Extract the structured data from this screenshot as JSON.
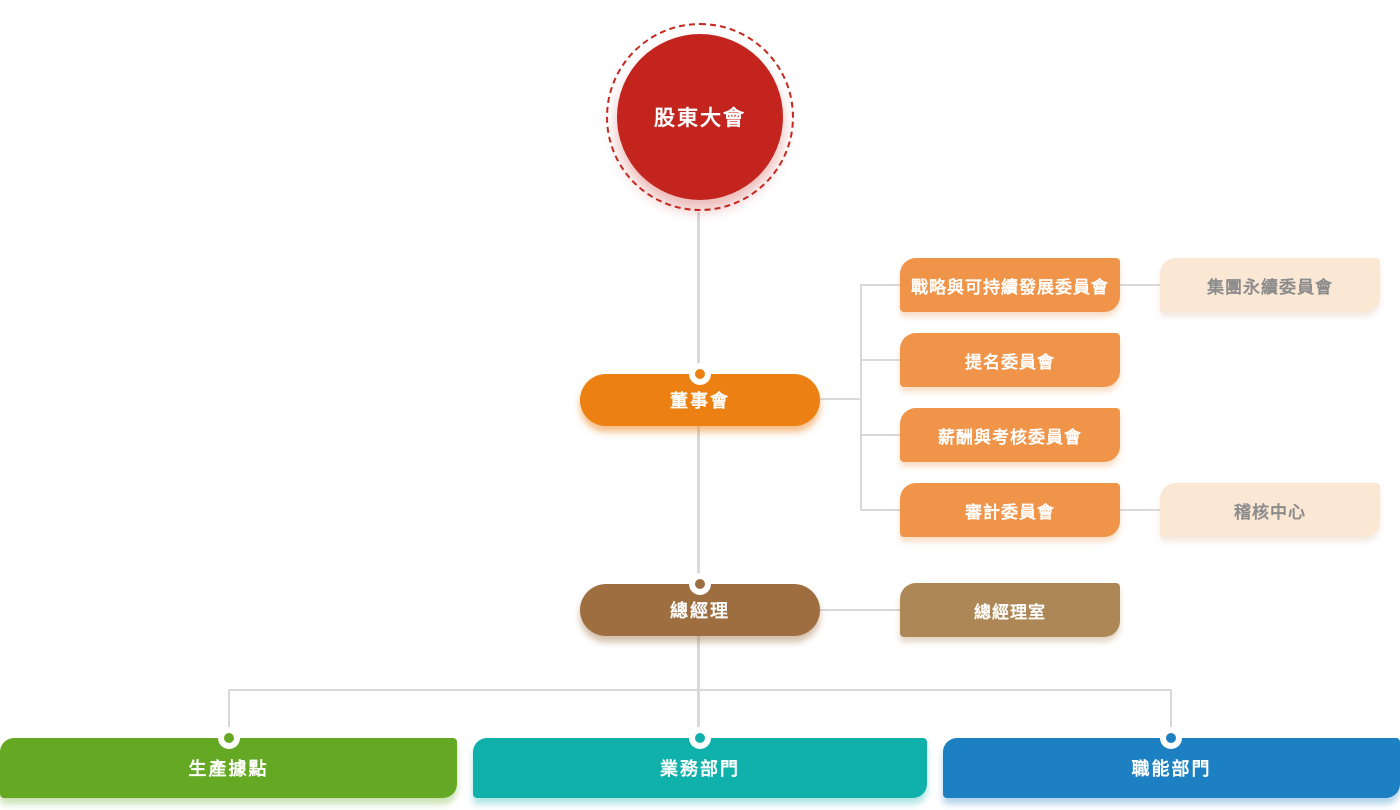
{
  "nodes": {
    "shareholders": "股東大會",
    "board": "董事會",
    "general_manager": "總經理",
    "general_manager_office": "總經理室"
  },
  "committees": [
    {
      "label": "戰略與可持續發展委員會"
    },
    {
      "label": "提名委員會"
    },
    {
      "label": "薪酬與考核委員會"
    },
    {
      "label": "審計委員會"
    }
  ],
  "affiliates": [
    {
      "label": "集團永續委員會"
    },
    {
      "label": "稽核中心"
    }
  ],
  "departments": [
    {
      "label": "生產據點",
      "color": "#64a823"
    },
    {
      "label": "業務部門",
      "color": "#10b1ab"
    },
    {
      "label": "職能部門",
      "color": "#1c80c2"
    }
  ],
  "colors": {
    "shareholders": "#c3251e",
    "board": "#ec8013",
    "committee": "#f09449",
    "affiliate_bg": "#fae7d4",
    "affiliate_text": "#8c8c8c",
    "general_manager": "#9e6e41",
    "general_manager_office": "#ae8756",
    "connector": "#d9d9d9"
  }
}
